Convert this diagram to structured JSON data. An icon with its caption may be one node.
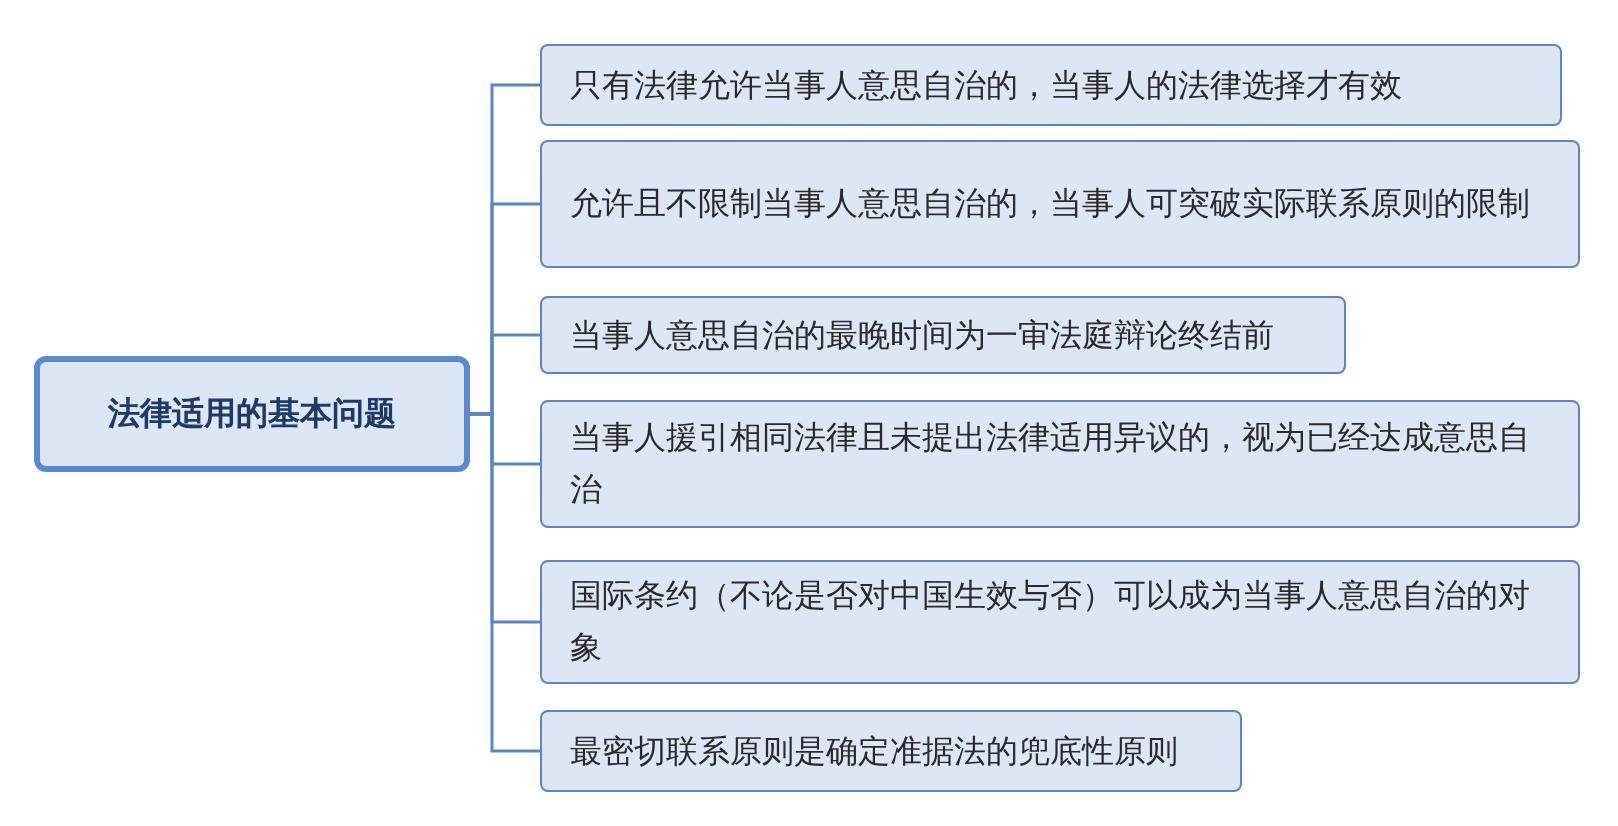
{
  "diagram": {
    "nodes": [
      {
        "text": [
          "法律适用的基本问题"
        ]
      },
      {
        "text": [
          "只有法律允许当事人意思自治的，当事人的法律选择才有效"
        ]
      },
      {
        "text": [
          "允许且不限制当事人意思自治的，当事人可突破实际联系原则的限制"
        ]
      },
      {
        "text": [
          "当事人意思自治的最晚时间为一审法庭辩论终结前"
        ]
      },
      {
        "text": [
          "当事人援引相同法律且未提出法律适用异议的，视为已经达成意思自治"
        ]
      },
      {
        "text": [
          "国际条约（不论是否对中国生效与否）可以成为当事人意思自治的对象"
        ]
      },
      {
        "text": [
          "最密切联系原则是确定准据法的兜底性原则"
        ]
      }
    ],
    "edges": [
      {
        "from": 0,
        "to": 1,
        "arrow": "none"
      },
      {
        "from": 0,
        "to": 2,
        "arrow": "none"
      },
      {
        "from": 0,
        "to": 3,
        "arrow": "none"
      },
      {
        "from": 0,
        "to": 4,
        "arrow": "none"
      },
      {
        "from": 0,
        "to": 5,
        "arrow": "none"
      },
      {
        "from": 0,
        "to": 6,
        "arrow": "none"
      }
    ]
  }
}
